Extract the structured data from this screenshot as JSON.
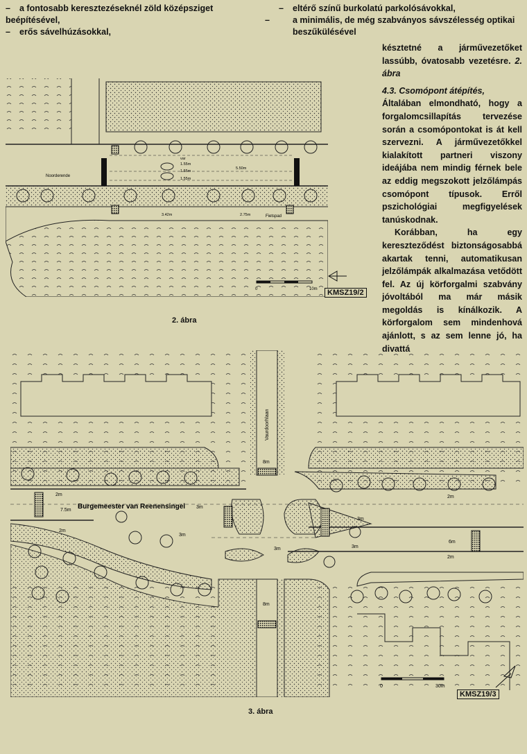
{
  "bullets_left": [
    "a fontosabb keresztezéseknél zöld középsziget beépítésével,",
    "erős sávelhúzásokkal,"
  ],
  "bullets_right": [
    "eltérő színű burkolatú parkolósávokkal,",
    "a minimális, de még szabványos sávszélesség optikai beszűkülésével"
  ],
  "column": {
    "p1": "késztetné a járművezetőket lassúbb, óvatosabb vezetésre.",
    "p1_ref": "2. ábra",
    "heading": "4.3. Csomópont átépítés,",
    "p2": "Általában elmondható, hogy a forgalomcsillapítás tervezése során a csomópontokat is át kell szervezni. A járművezetőkkel kialakított partneri viszony ideájába nem mindig férnek bele az eddig megszokott jelzőlámpás csomópont típusok. Erről pszichológiai megfigyelések tanúskodnak.",
    "p3": "Korábban, ha egy kereszteződést biztonságosabbá akartak tenni, automatikusan jelzőlámpák alkalmazása vetődött fel. Az új körforgalmi szabvány jóvoltából ma már másik megoldás is kínálkozik. A körforgalom sem mindenhová ajánlott, s az sem lenne jó, ha divattá"
  },
  "fig2": {
    "caption": "2. ábra",
    "code": "KMSZ19/2",
    "street": "Noorderende",
    "path": "Fietspad",
    "dims": [
      "var",
      "1.55m",
      "1.55m",
      "1.55m",
      "5.50m",
      "3.42m",
      "2.75m"
    ],
    "scale_start": "0",
    "scale_end": "10m"
  },
  "fig3": {
    "caption": "3. ábra",
    "code": "KMSZ19/3",
    "street_main": "Burgemeester van Reenensingel",
    "street_cross": "Vaurdoorhlaan",
    "dims": [
      "8m",
      "8m",
      "7.5m",
      "3m",
      "3m",
      "3m",
      "3m",
      "2m",
      "2m",
      "2m",
      "2m",
      "6m",
      "3m"
    ],
    "scale_start": "0",
    "scale_end": "30m"
  }
}
